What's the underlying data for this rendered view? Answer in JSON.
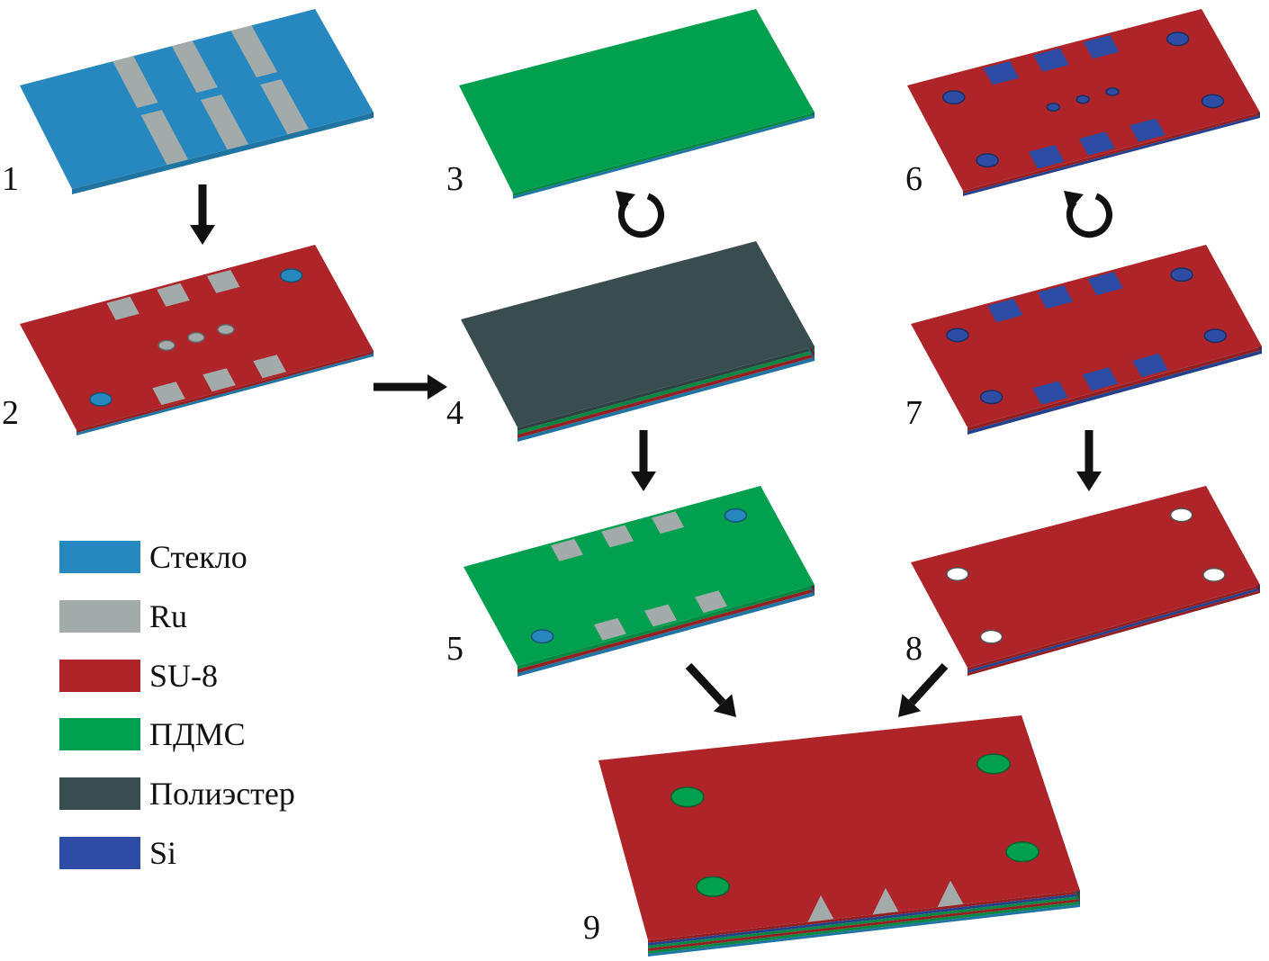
{
  "step_labels": [
    "1",
    "2",
    "3",
    "4",
    "5",
    "6",
    "7",
    "8",
    "9"
  ],
  "legend": [
    {
      "label": "Стекло",
      "color": "#2688BE"
    },
    {
      "label": "Ru",
      "color": "#A3ABAA"
    },
    {
      "label": "SU-8",
      "color": "#AE2428"
    },
    {
      "label": "ПДМС",
      "color": "#00A04F"
    },
    {
      "label": "Полиэстер",
      "color": "#394D4E"
    },
    {
      "label": "Si",
      "color": "#2C4DA3"
    }
  ]
}
